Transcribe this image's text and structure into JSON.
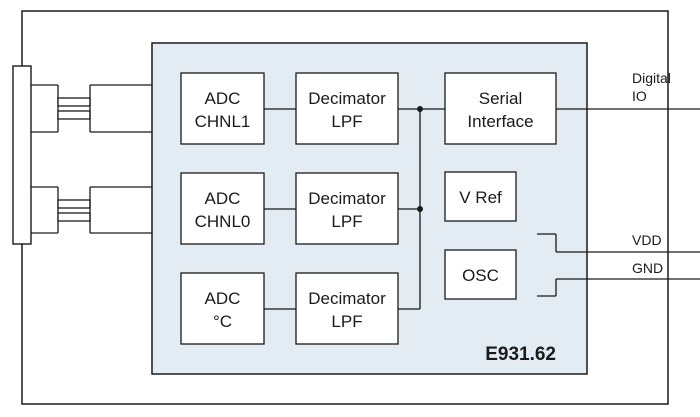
{
  "diagram": {
    "chip_label": "E931.62",
    "chip_fill": "#e2ecf2",
    "blocks": {
      "adc_ch1": [
        "ADC",
        "CHNL1"
      ],
      "adc_ch0": [
        "ADC",
        "CHNL0"
      ],
      "adc_temp": [
        "ADC",
        "°C"
      ],
      "dec1": [
        "Decimator",
        "LPF"
      ],
      "dec2": [
        "Decimator",
        "LPF"
      ],
      "dec3": [
        "Decimator",
        "LPF"
      ],
      "serial": [
        "Serial",
        "Interface"
      ],
      "vref": [
        "V Ref"
      ],
      "osc": [
        "OSC"
      ]
    },
    "pins": {
      "digital_io": [
        "Digital",
        "IO"
      ],
      "vdd": "VDD",
      "gnd": "GND"
    }
  }
}
